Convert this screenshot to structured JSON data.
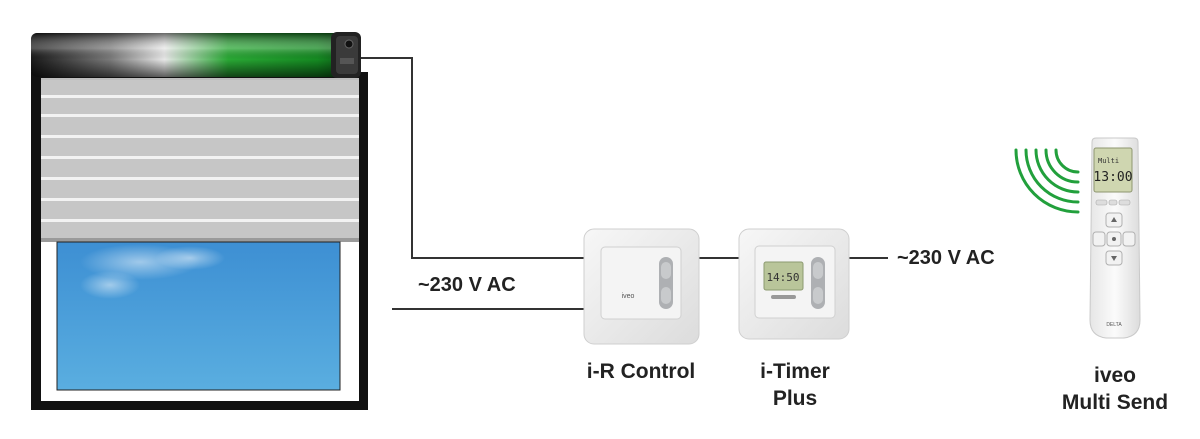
{
  "diagram": {
    "voltage_left": "~230 V AC",
    "voltage_right": "~230 V AC",
    "devices": {
      "ir_control": {
        "label": "i-R Control",
        "brand": "iveo"
      },
      "i_timer": {
        "label_line1": "i-Timer",
        "label_line2": "Plus",
        "display": "14:50"
      },
      "remote": {
        "label_line1": "iveo",
        "label_line2": "Multi Send",
        "display_line1": "Multi",
        "display_line2": "13:00",
        "brand": "DELTA"
      }
    }
  },
  "colors": {
    "wire": "#333333",
    "signal_waves": "#22a03c",
    "motor_green": "#1e9a2a",
    "window_sky": "#4a9bd6",
    "shutter_slat": "#c4c4c4",
    "frame": "#111111",
    "device_plate": "#eeeeee"
  },
  "icons": [
    "radio-waves-icon",
    "motor-tube-icon"
  ]
}
